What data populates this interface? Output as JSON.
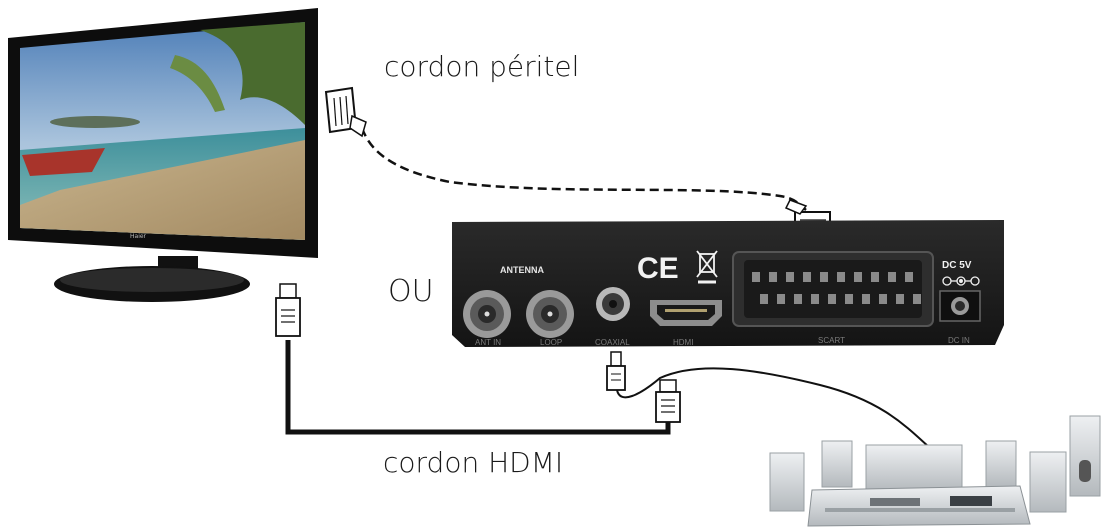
{
  "labels": {
    "scart_cable": "cordon péritel",
    "or": "OU",
    "hdmi_cable": "cordon HDMI"
  },
  "receiver_panel": {
    "antenna": "ANTENNA",
    "dc_power": "DC 5V",
    "ports": [
      "ANT IN",
      "LOOP",
      "COAXIAL",
      "HDMI",
      "SCART",
      "DC IN"
    ],
    "ce_mark": "CE"
  },
  "tv": {
    "brand": "Haier"
  },
  "colors": {
    "cable": "#111111",
    "panel": "#1c1c1c",
    "tv_frame": "#0d0d0d",
    "hifi_silver": "#cfd3d6"
  }
}
